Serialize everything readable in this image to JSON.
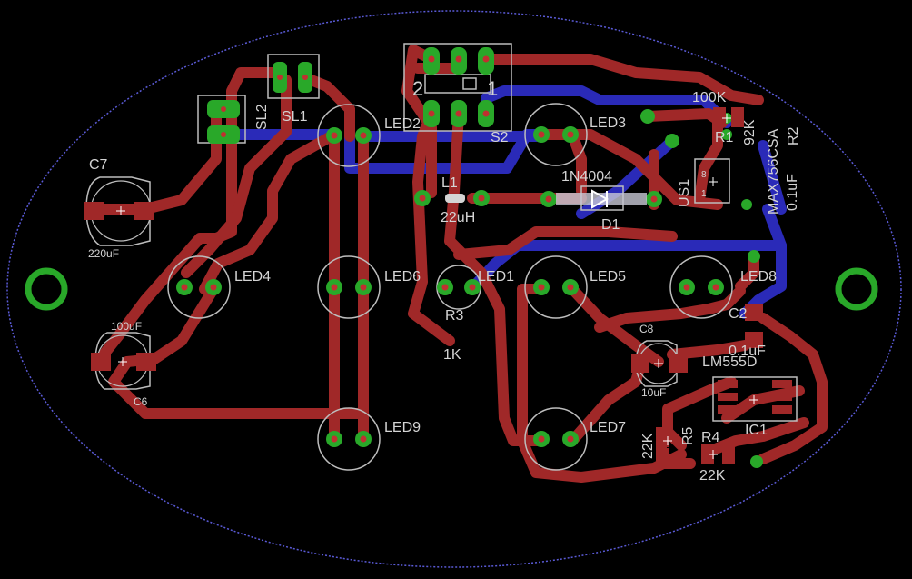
{
  "colors": {
    "background": "#000000",
    "top_copper": "#a02828",
    "bottom_copper": "#2a2ab8",
    "silkscreen": "#d4d4d4",
    "pad": "#29a829",
    "via_hole": "#c03030",
    "board_outline": "#5a5ad6"
  },
  "labels": {
    "c7_name": "C7",
    "c7_value": "220uF",
    "c6_name": "C6",
    "c6_value": "100uF",
    "sl1": "SL1",
    "sl2": "SL2",
    "s2_pin2": "2",
    "s2_pin1": "1",
    "s2_name": "S2",
    "led1": "LED1",
    "led2": "LED2",
    "led3": "LED3",
    "led4": "LED4",
    "led5": "LED5",
    "led6": "LED6",
    "led7": "LED7",
    "led8": "LED8",
    "led9": "LED9",
    "l1_name": "L1",
    "l1_value": "22uH",
    "r3_name": "R3",
    "r3_value": "1K",
    "d1_value": "1N4004",
    "d1_name": "D1",
    "r1_value": "100K",
    "r1_name": "R1",
    "r2_value": "92K",
    "r2_name": "R2",
    "us1_part": "MAX756CSA",
    "us1_name": "US1",
    "us1_pin8": "8",
    "us1_pin1": "1",
    "c1_value": "0.1uF",
    "c2_name": "C2",
    "c2_value": "0.1uF",
    "lm555": "LM555D",
    "c8_name": "C8",
    "c8_value": "10uF",
    "r5_value": "22K",
    "r5_name": "R5",
    "r4_name": "R4",
    "r4_value": "22K",
    "ic1": "IC1"
  }
}
